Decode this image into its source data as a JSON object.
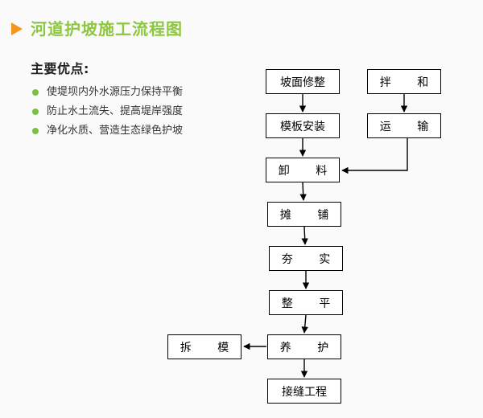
{
  "header": {
    "marker_icon": "triangle-right-icon",
    "title": "河道护坡施工流程图",
    "title_color": "#8DC63F",
    "marker_color": "#F7941E"
  },
  "info_panel": {
    "heading": "主要优点:",
    "bullet_color": "#7AC143",
    "items": [
      {
        "text": "使堤坝内外水源压力保持平衡"
      },
      {
        "text": "防止水土流失、提高堤岸强度"
      },
      {
        "text": "净化水质、营造生态绿色护坡"
      }
    ]
  },
  "flowchart": {
    "nodes": [
      {
        "id": "slope",
        "label": "坡面修整"
      },
      {
        "id": "mix",
        "label": "拌 和"
      },
      {
        "id": "form",
        "label": "模板安装"
      },
      {
        "id": "trans",
        "label": "运 输"
      },
      {
        "id": "unload",
        "label": "卸 料"
      },
      {
        "id": "spread",
        "label": "摊 铺"
      },
      {
        "id": "tamp",
        "label": "夯 实"
      },
      {
        "id": "level",
        "label": "整 平"
      },
      {
        "id": "cure",
        "label": "养 护"
      },
      {
        "id": "demold",
        "label": "拆 模"
      },
      {
        "id": "joint",
        "label": "接缝工程"
      }
    ],
    "edges": [
      {
        "from": "slope",
        "to": "form"
      },
      {
        "from": "form",
        "to": "unload"
      },
      {
        "from": "mix",
        "to": "trans"
      },
      {
        "from": "trans",
        "to": "unload"
      },
      {
        "from": "unload",
        "to": "spread"
      },
      {
        "from": "spread",
        "to": "tamp"
      },
      {
        "from": "tamp",
        "to": "level"
      },
      {
        "from": "level",
        "to": "cure"
      },
      {
        "from": "cure",
        "to": "demold"
      },
      {
        "from": "cure",
        "to": "joint"
      }
    ],
    "line_color": "#000000",
    "box_fill": "#ffffff"
  },
  "page": {
    "background_color": "#fafafa"
  }
}
